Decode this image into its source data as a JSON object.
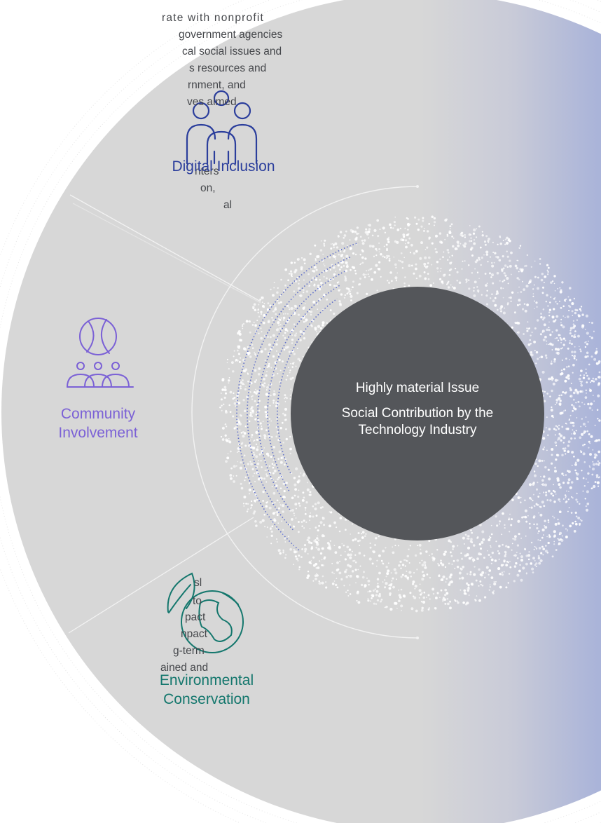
{
  "left_text": {
    "para1": [
      "rate with nonprofit",
      "government agencies",
      "cal social issues and",
      "s resources and",
      "rnment, and",
      "ves aimed"
    ],
    "para2": [
      "nters",
      "on,",
      "al"
    ],
    "para3": [
      "sl",
      "to",
      "pact",
      "npact",
      "g-term",
      "ained and"
    ]
  },
  "segments": [
    {
      "label_lines": [
        "Digital Inclusion"
      ],
      "icon": "people-group-icon",
      "color": "#2b3e9c"
    },
    {
      "label_lines": [
        "Community",
        "Involvement"
      ],
      "icon": "globe-community-icon",
      "color": "#7b61d6"
    },
    {
      "label_lines": [
        "Environmental",
        "Conservation"
      ],
      "icon": "leaf-earth-icon",
      "color": "#14776d"
    }
  ],
  "center": {
    "line1": "Highly material Issue",
    "line2a": "Social Contribution by the",
    "line2b": "Technology Industry"
  },
  "colors": {
    "disc": "#d7d7d7",
    "center_circle": "#54565a",
    "gradient_right": "#a9b3d9",
    "dots": "#ffffff",
    "dot_arcs": "#3b4fc4"
  }
}
